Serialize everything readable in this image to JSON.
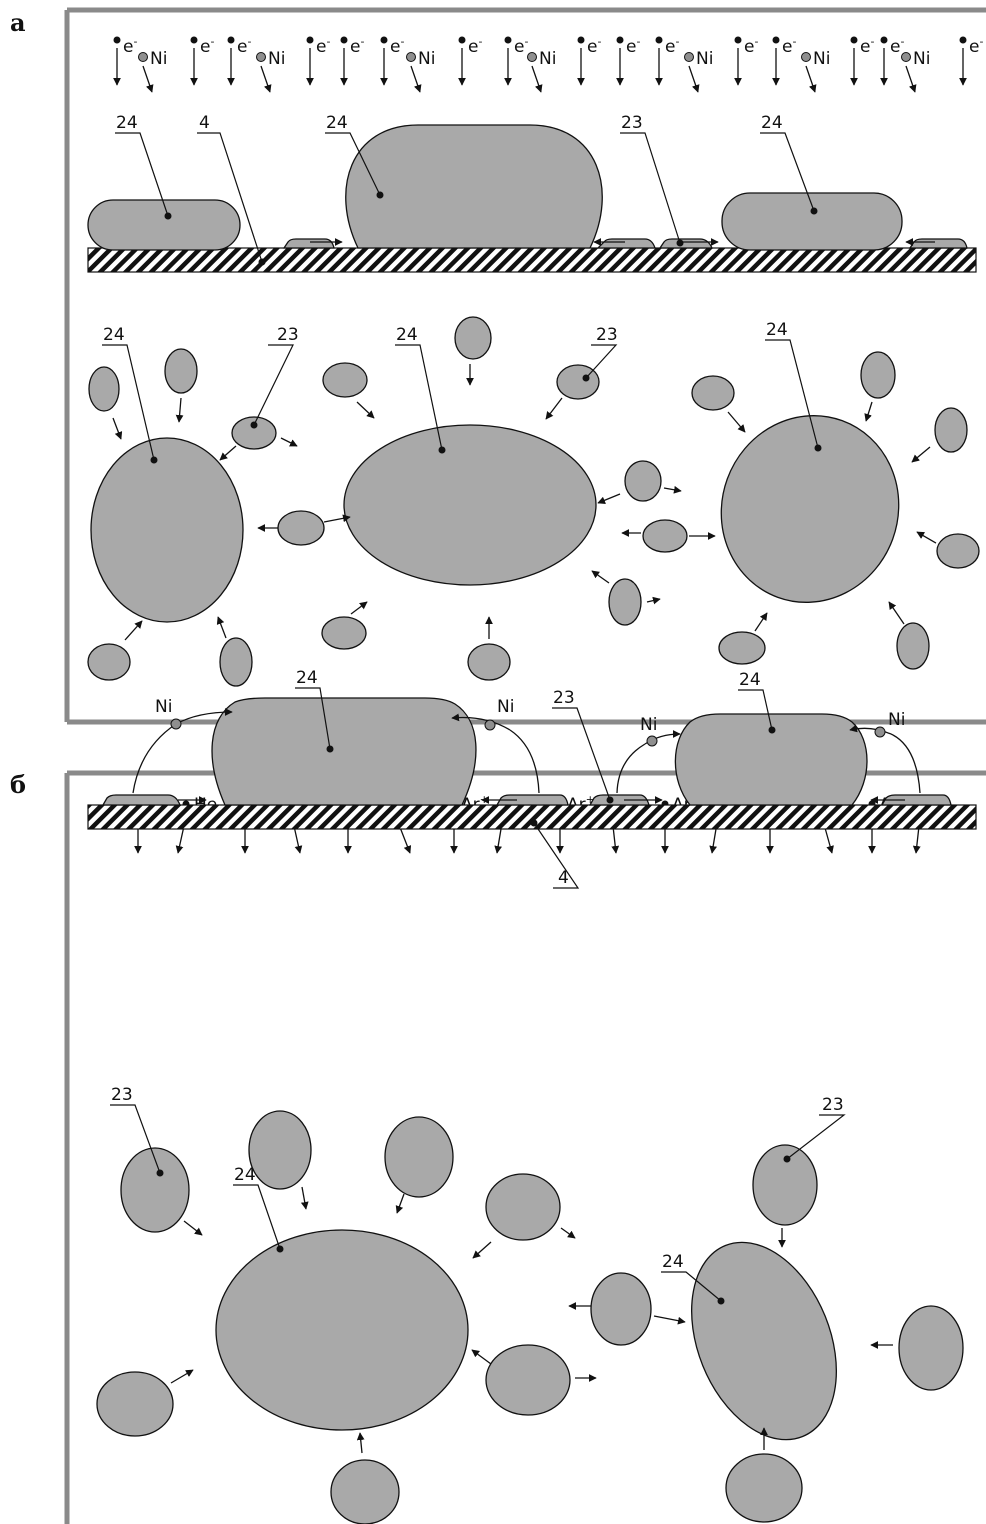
{
  "panel_a": {
    "letter": "а",
    "electron_label": "e",
    "electron_sup": "-",
    "nickel_label": "Ni",
    "callouts": {
      "part_24": "24",
      "part_23": "23",
      "substrate": "4"
    }
  },
  "panel_b": {
    "letter": "б",
    "argon_label": "Ar",
    "argon_sup": "+",
    "helium_label": "He",
    "nickel_label": "Ni",
    "callouts": {
      "part_24": "24",
      "part_23": "23",
      "substrate": "4"
    }
  },
  "colors": {
    "particle_fill": "#a9a9a9",
    "nickel_dot": "#8f8f8f",
    "frame": "#8a8a8a",
    "ink": "#111111"
  }
}
